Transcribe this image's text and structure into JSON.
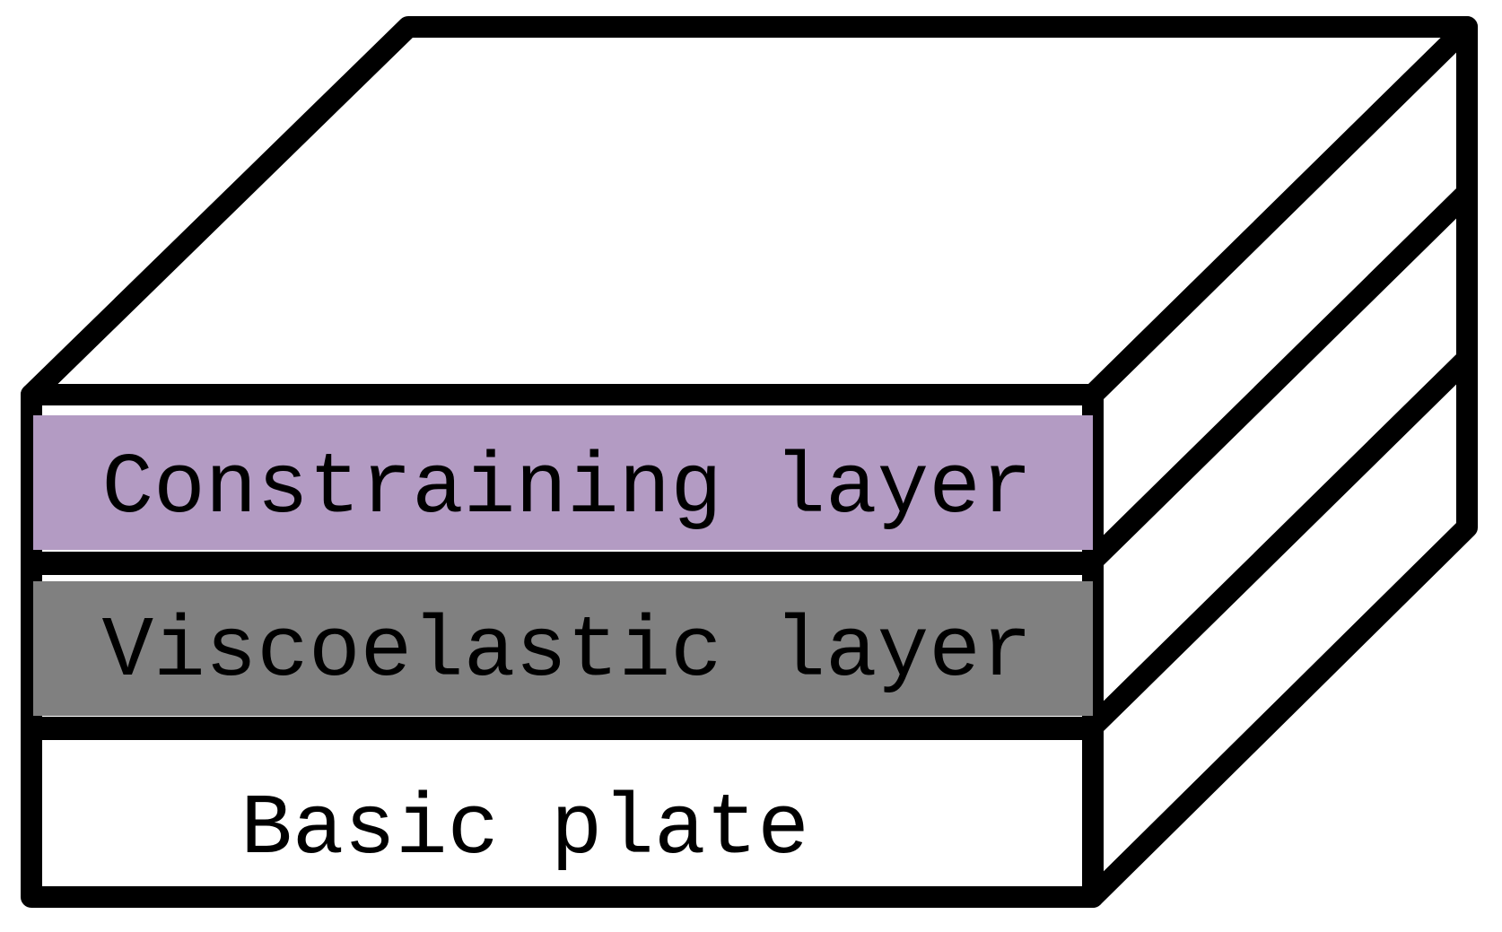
{
  "layers": {
    "constraining": {
      "label": "Constraining layer",
      "fill_color": "#b39bc3"
    },
    "viscoelastic": {
      "label": "Viscoelastic layer",
      "fill_color": "#808080"
    },
    "basic_plate": {
      "label": "Basic plate",
      "fill_color": "#ffffff"
    }
  },
  "colors": {
    "outline": "#000000",
    "background": "#ffffff"
  }
}
